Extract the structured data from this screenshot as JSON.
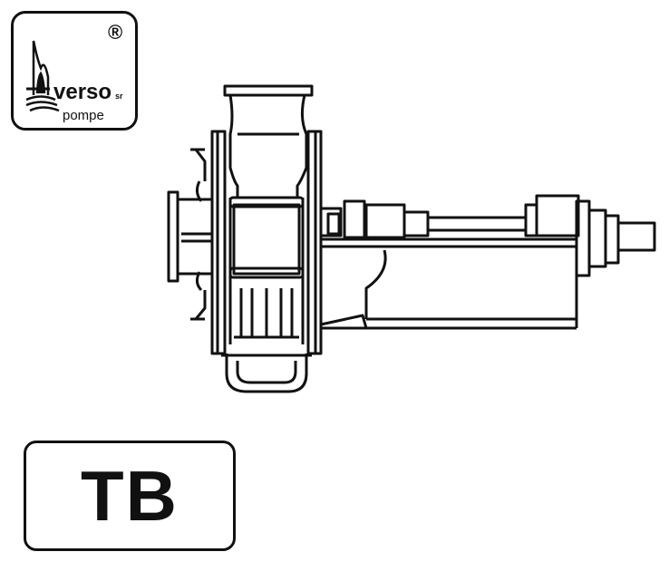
{
  "logo": {
    "registered_mark": "®",
    "wordmark": "verso",
    "suffix": "sr",
    "subtitle": "pompe",
    "icon": "flame-wave-icon"
  },
  "model": {
    "label": "TB"
  },
  "drawing": {
    "icon": "centrifugal-pump-icon"
  }
}
